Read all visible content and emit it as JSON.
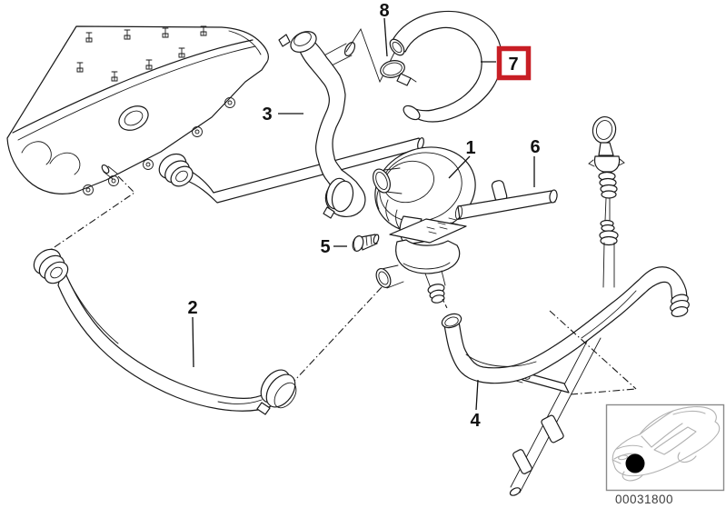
{
  "figure": {
    "background": "#ffffff",
    "line_color": "#1a1a1a"
  },
  "callouts": [
    {
      "label": "1",
      "highlighted": false
    },
    {
      "label": "2",
      "highlighted": false
    },
    {
      "label": "3",
      "highlighted": false
    },
    {
      "label": "4",
      "highlighted": false
    },
    {
      "label": "5",
      "highlighted": false
    },
    {
      "label": "6",
      "highlighted": false
    },
    {
      "label": "7",
      "highlighted": true
    },
    {
      "label": "8",
      "highlighted": false
    }
  ],
  "highlight": {
    "box_border_color": "#c81e25"
  },
  "locator": {
    "part_number": "00031800",
    "frame_color": "#8a8a8a",
    "car_line_color": "#b2b2b2",
    "marker_color": "#000000"
  }
}
